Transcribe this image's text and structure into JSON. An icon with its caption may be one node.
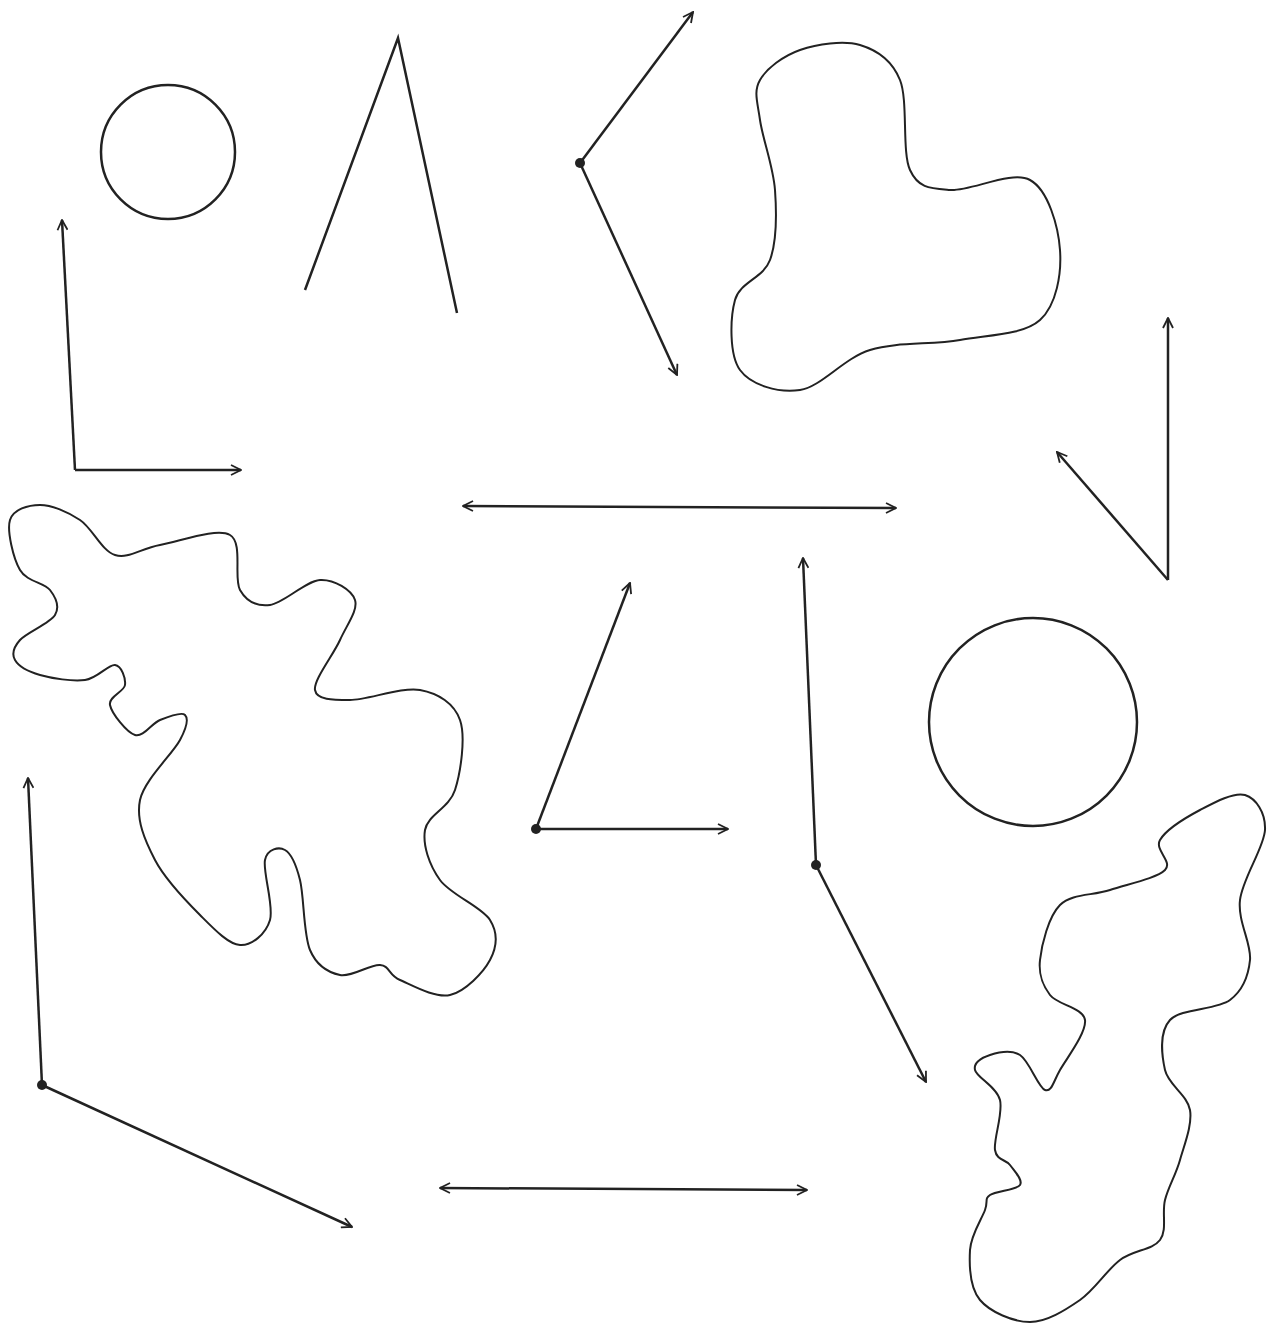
{
  "diagram": {
    "nodes": [
      {
        "text": [],
        "shape": "circle"
      },
      {
        "text": [],
        "shape": "blob"
      },
      {
        "text": [],
        "shape": "blob"
      },
      {
        "text": [],
        "shape": "circle"
      },
      {
        "text": [],
        "shape": "blob"
      }
    ]
  }
}
